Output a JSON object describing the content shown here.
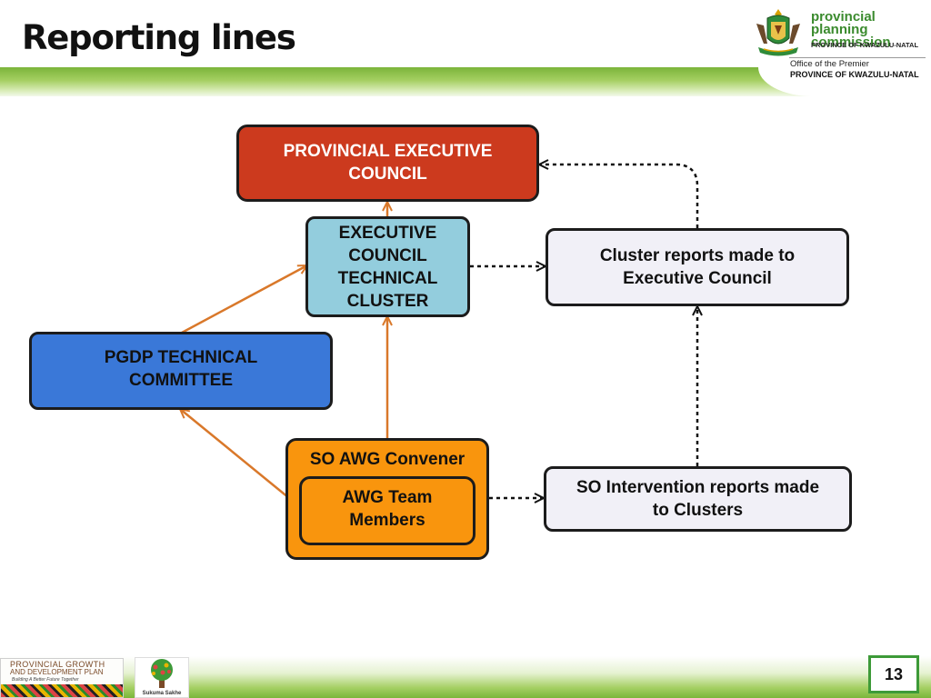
{
  "header": {
    "title": "Reporting lines",
    "org_name": "provincial planning commission",
    "org_province": "PROVINCE OF KWAZULU-NATAL",
    "office": "Office of the Premier",
    "office_province": "PROVINCE OF KWAZULU-NATAL"
  },
  "diagram": {
    "nodes": {
      "exco": [
        "PROVINCIAL EXECUTIVE",
        "COUNCIL"
      ],
      "ectc": [
        "EXECUTIVE",
        "COUNCIL",
        "TECHNICAL",
        "CLUSTER"
      ],
      "pgdp": [
        "PGDP TECHNICAL",
        "COMMITTEE"
      ],
      "cluster_reports": [
        "Cluster reports made to",
        "Executive Council"
      ],
      "so_intervention": [
        "SO Intervention reports made",
        "to Clusters"
      ],
      "so_awg_convener": "SO AWG Convener",
      "awg_team": [
        "AWG Team",
        "Members"
      ]
    },
    "colors": {
      "exco": "#cc3a1e",
      "ectc": "#93cddd",
      "pgdp": "#3a78d8",
      "report": "#f1f0f7",
      "awg": "#f9950d",
      "solid_arrow": "#d9782a",
      "dashed_arrow": "#111111"
    },
    "edges": [
      {
        "from": "so_awg",
        "to": "ectc",
        "style": "solid"
      },
      {
        "from": "ectc",
        "to": "exco",
        "style": "solid"
      },
      {
        "from": "pgdp",
        "to": "ectc",
        "style": "solid"
      },
      {
        "from": "so_awg",
        "to": "pgdp",
        "style": "solid"
      },
      {
        "from": "ectc",
        "to": "cluster_reports",
        "style": "dashed"
      },
      {
        "from": "cluster_reports",
        "to": "exco",
        "style": "dashed"
      },
      {
        "from": "awg_team",
        "to": "so_intervention",
        "style": "dashed"
      },
      {
        "from": "so_intervention",
        "to": "cluster_reports",
        "style": "dashed"
      }
    ]
  },
  "footer": {
    "pgdp_logo_lines": [
      "PROVINCIAL GROWTH",
      "AND DEVELOPMENT PLAN",
      "Building A Better Future Together"
    ],
    "tree_logo_label": "Sukuma Sakhe",
    "page_number": "13"
  }
}
